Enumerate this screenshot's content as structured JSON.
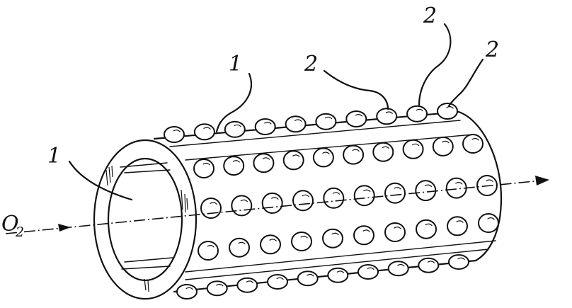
{
  "labels": {
    "tube_label_top": "1",
    "tube_label_left": "1",
    "bead_label_a": "2",
    "bead_label_b": "2",
    "bead_label_c": "2",
    "flow_symbol": "O",
    "flow_subscript": "2"
  }
}
